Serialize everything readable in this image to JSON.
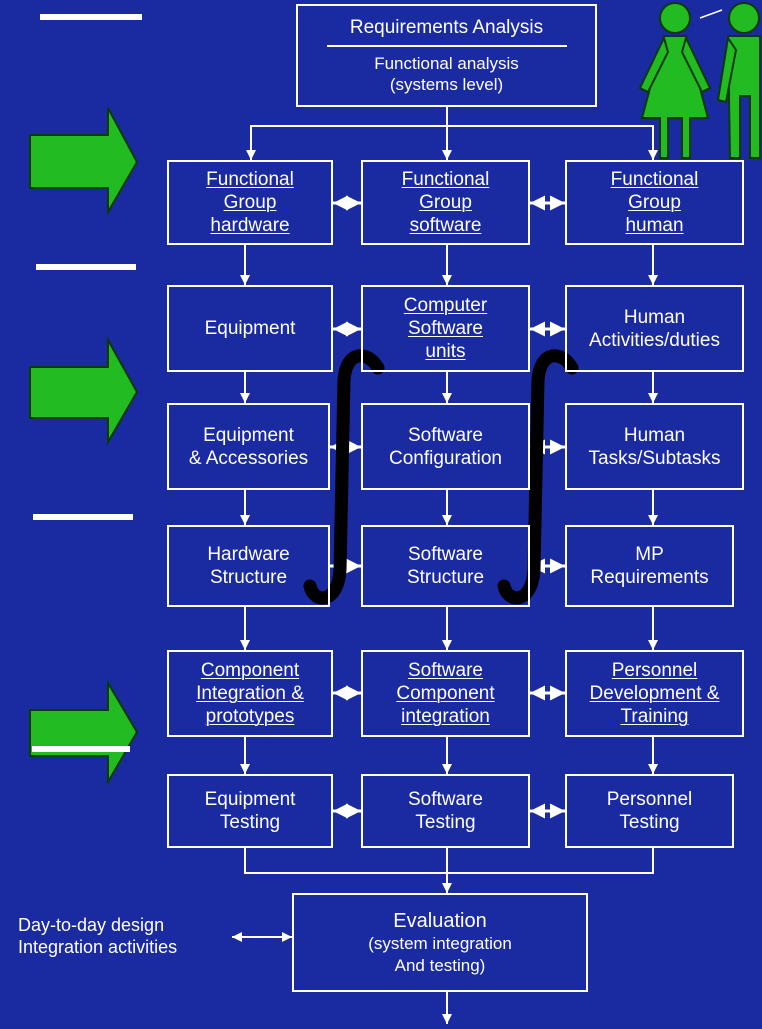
{
  "colors": {
    "background": "#1a2aa0",
    "foreground": "#ffffff",
    "accent_green": "#22bb22",
    "outline_dark": "#0a3a0a",
    "integral": "#000000"
  },
  "top_box": {
    "title": "Requirements Analysis",
    "subtitle": "Functional analysis\n(systems level)"
  },
  "rows": [
    [
      "Functional\nGroup\nhardware",
      "Functional\nGroup\nsoftware",
      "Functional\nGroup\nhuman"
    ],
    [
      "Equipment",
      "Computer\nSoftware\nunits",
      "Human\nActivities/duties"
    ],
    [
      "Equipment\n& Accessories",
      "Software\nConfiguration",
      "Human\nTasks/Subtasks"
    ],
    [
      "Hardware\nStructure",
      "Software\nStructure",
      "MP\nRequirements"
    ],
    [
      "Component\nIntegration &\nprototypes",
      "Software\nComponent\nintegration",
      "Personnel\nDevelopment &\nTraining"
    ],
    [
      "Equipment\nTesting",
      "Software\nTesting",
      "Personnel\nTesting"
    ]
  ],
  "evaluation": {
    "title": "Evaluation",
    "subtitle": "(system integration\nAnd testing)"
  },
  "side_label": "Day-to-day design\nIntegration activities",
  "icons": {
    "arrows": "green-right-arrow-icon",
    "people": "person-icon",
    "integral": "integral-sign-icon"
  }
}
